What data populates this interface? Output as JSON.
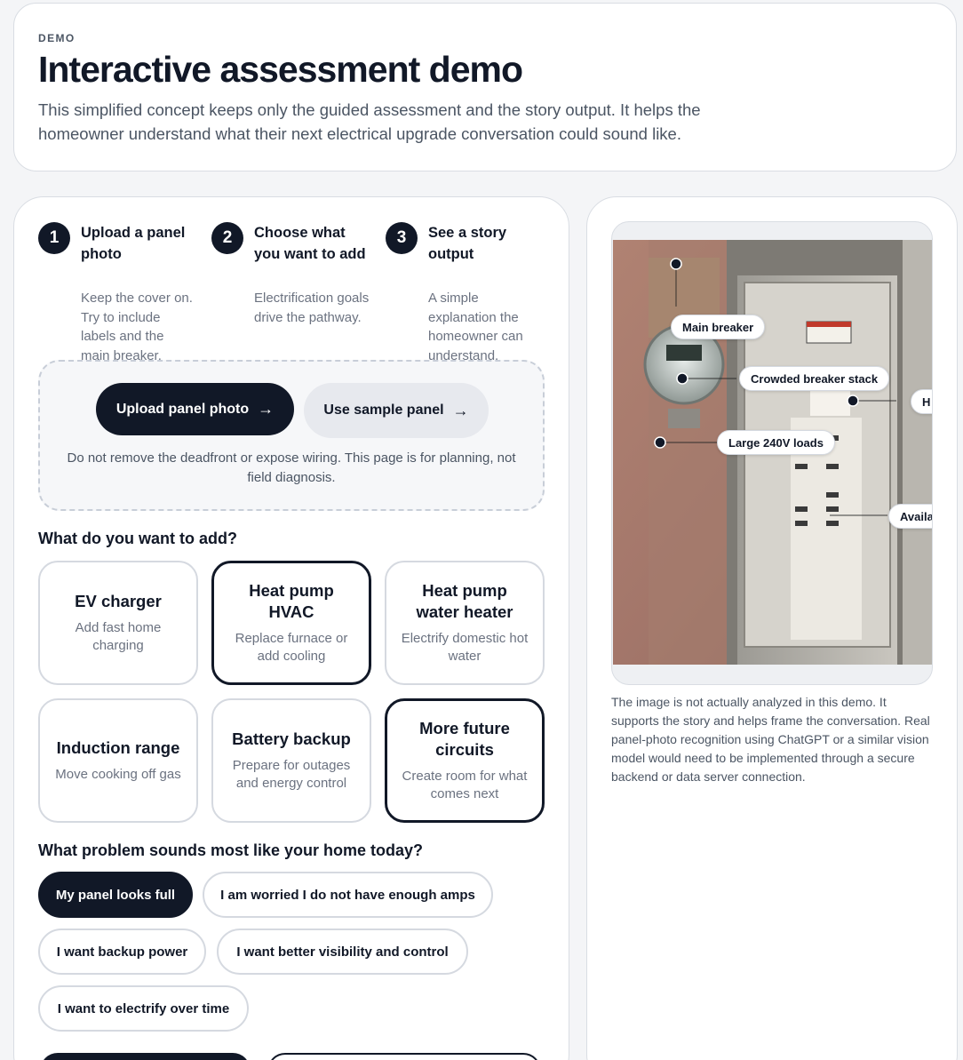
{
  "hero": {
    "eyebrow": "DEMO",
    "title": "Interactive assessment demo",
    "description": "This simplified concept keeps only the guided assessment and the story output. It helps the homeowner understand what their next electrical upgrade conversation could sound like."
  },
  "steps": [
    {
      "number": "1",
      "title": "Upload a panel photo",
      "description": "Keep the cover on. Try to include labels and the main breaker."
    },
    {
      "number": "2",
      "title": "Choose what you want to add",
      "description": "Electrification goals drive the pathway."
    },
    {
      "number": "3",
      "title": "See a story output",
      "description": "A simple explanation the homeowner can understand."
    }
  ],
  "upload": {
    "upload_button": "Upload panel photo",
    "sample_button": "Use sample panel",
    "note": "Do not remove the deadfront or expose wiring. This page is for planning, not field diagnosis."
  },
  "goals_section": {
    "label": "What do you want to add?",
    "items": [
      {
        "title": "EV charger",
        "description": "Add fast home charging",
        "selected": false
      },
      {
        "title": "Heat pump HVAC",
        "description": "Replace furnace or add cooling",
        "selected": true
      },
      {
        "title": "Heat pump water heater",
        "description": "Electrify domestic hot water",
        "selected": false
      },
      {
        "title": "Induction range",
        "description": "Move cooking off gas",
        "selected": false
      },
      {
        "title": "Battery backup",
        "description": "Prepare for outages and energy control",
        "selected": false
      },
      {
        "title": "More future circuits",
        "description": "Create room for what comes next",
        "selected": true
      }
    ]
  },
  "problems_section": {
    "label": "What problem sounds most like your home today?",
    "items": [
      {
        "label": "My panel looks full",
        "active": true
      },
      {
        "label": "I am worried I do not have enough amps",
        "active": false
      },
      {
        "label": "I want backup power",
        "active": false
      },
      {
        "label": "I want better visibility and control",
        "active": false
      },
      {
        "label": "I want to electrify over time",
        "active": false
      }
    ]
  },
  "photo_panel": {
    "labels": {
      "main_breaker": "Main breaker",
      "crowded_stack": "Crowded breaker stack",
      "large_loads": "Large 240V loads",
      "clipped_h": "H",
      "clipped_available": "Availa"
    },
    "caption": "The image is not actually analyzed in this demo. It supports the story and helps frame the conversation. Real panel-photo recognition using ChatGPT or a similar vision model would need to be implemented through a secure backend or data server connection."
  },
  "colors": {
    "primary": "#111827",
    "background": "#f4f5f7",
    "muted_text": "#6b7280",
    "border": "#d9dde3"
  }
}
